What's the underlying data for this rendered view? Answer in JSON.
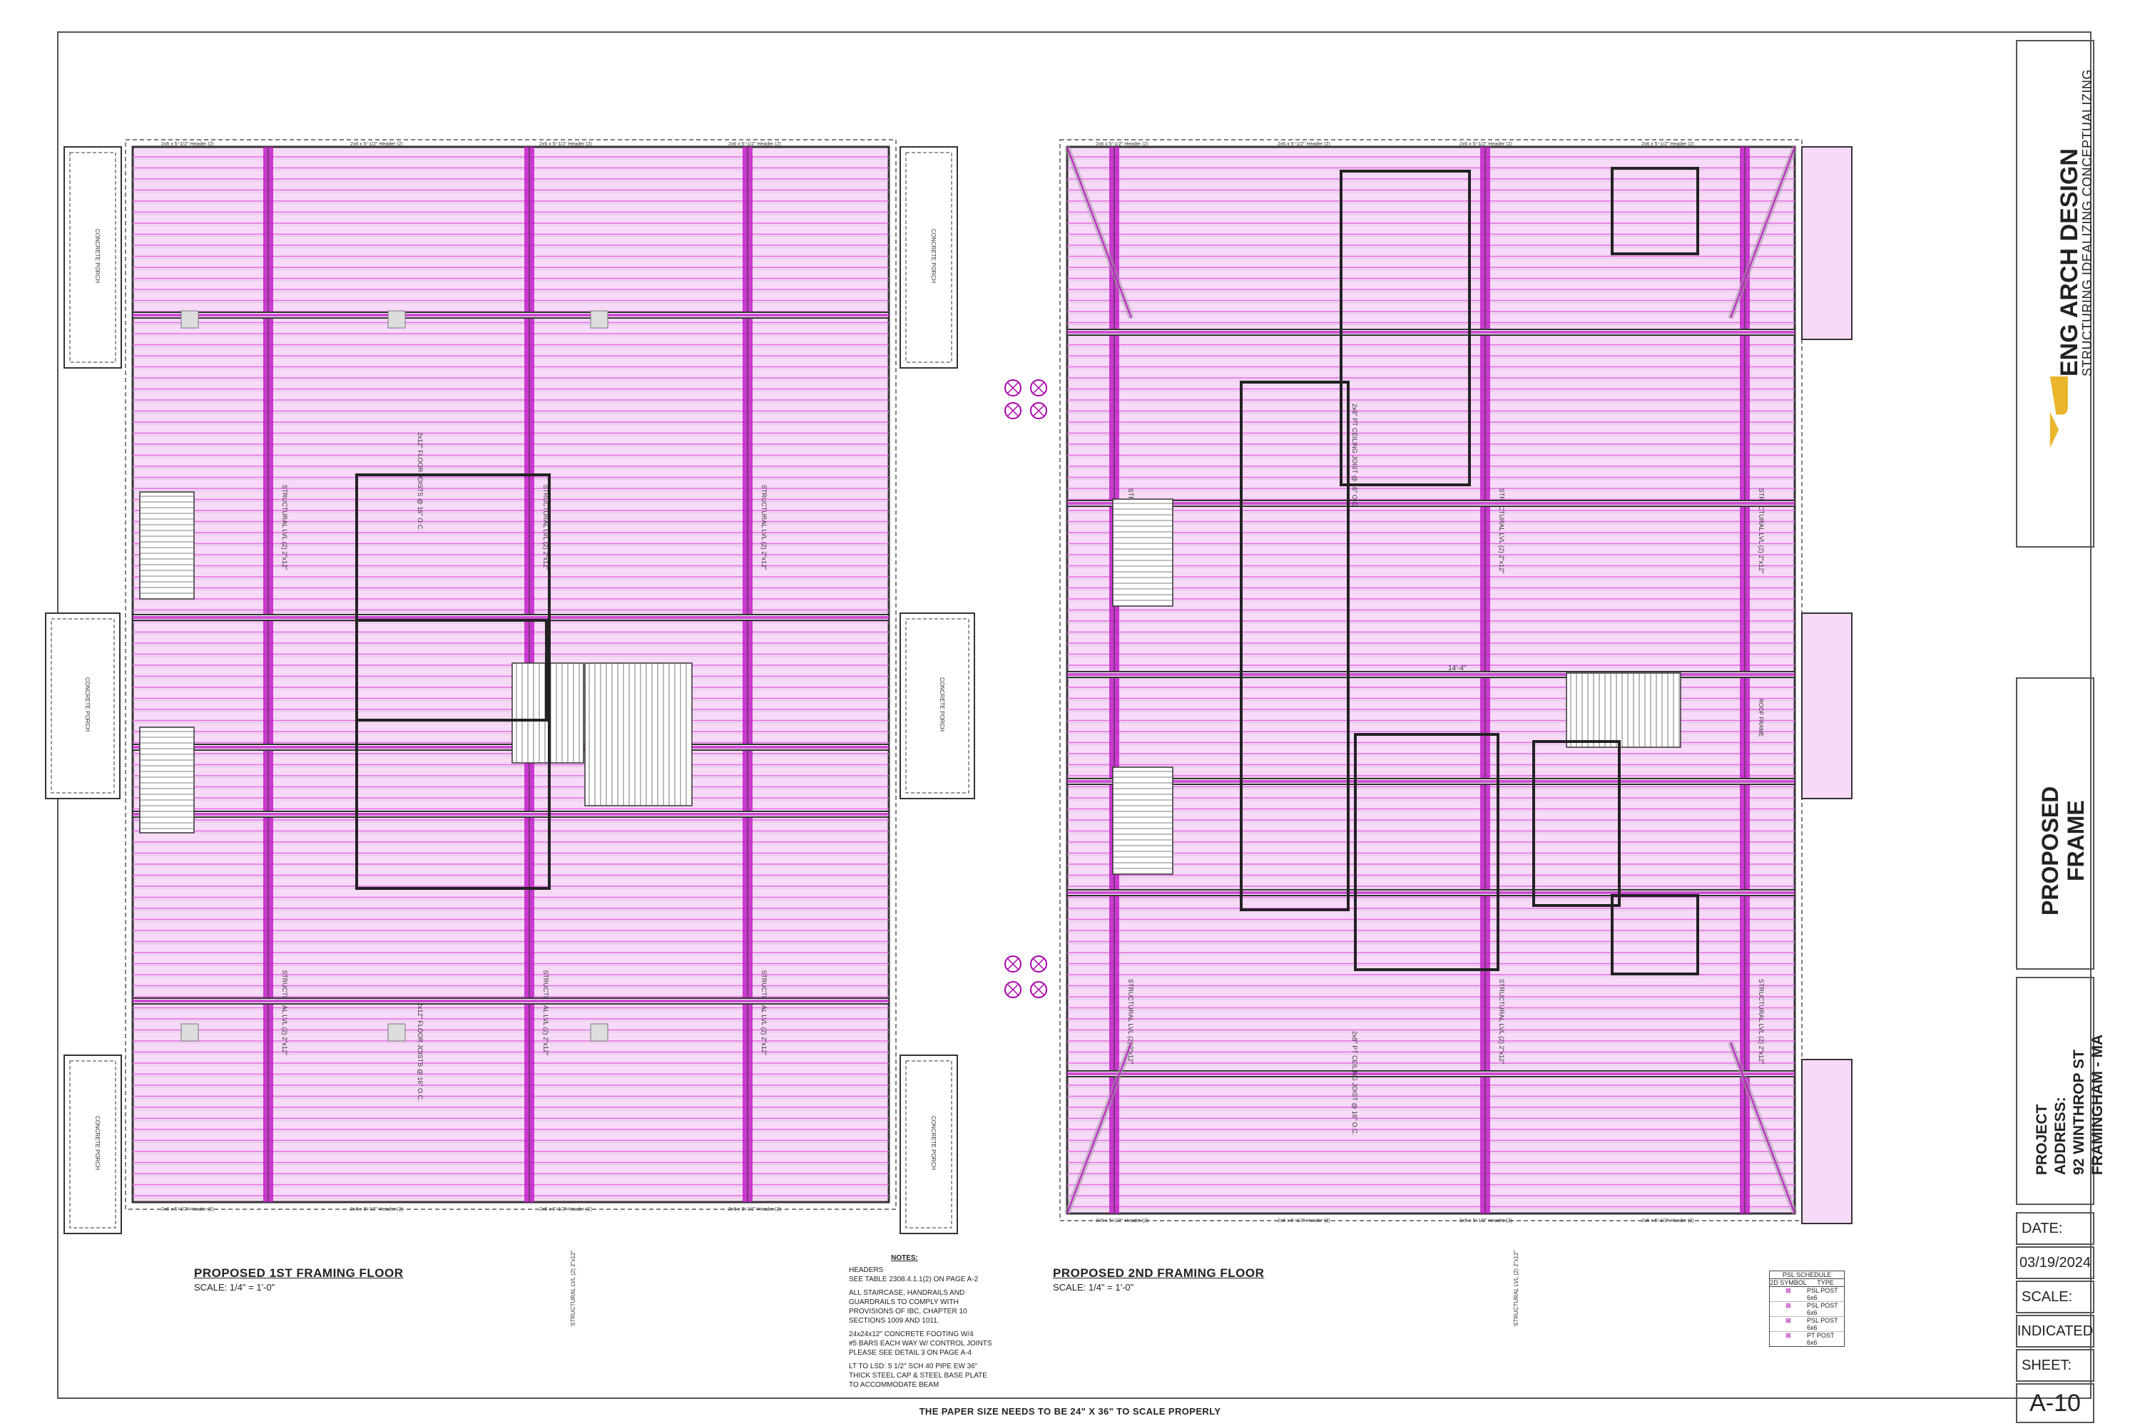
{
  "plans": [
    {
      "title": "PROPOSED 1ST FRAMING FLOOR",
      "scale": "SCALE: 1/4\" = 1'-0\""
    },
    {
      "title": "PROPOSED 2ND FRAMING FLOOR",
      "scale": "SCALE: 1/4\" = 1'-0\""
    }
  ],
  "labels": {
    "concrete_porch": "CONCRETE PORCH",
    "structural_lvl": "STRUCTURAL LVL (2) 2\"x12\"",
    "floor_joists": "2x12\" FLOOR JOISTS @ 16\" O.C.",
    "header": "2x6 x 5'-1/2\" Header (2)",
    "ceiling_joist": "2x8\" PT CEILING JOIST @ 16\" O.C.",
    "roof_frame": "ROOF FRAME",
    "dim": "14'-4\""
  },
  "notes": {
    "heading": "NOTES:",
    "items": [
      "HEADERS\nSEE TABLE 2308.4.1.1(2) ON PAGE A-2",
      "ALL STAIRCASE, HANDRAILS AND\nGUARDRAILS TO COMPLY WITH\nPROVISIONS OF IBC, CHAPTER 10\nSECTIONS 1009 AND 1011.",
      "24x24x12\" CONCRETE FOOTING W/4\n#5 BARS EACH WAY W/ CONTROL JOINTS\nPLEASE SEE DETAIL 3 ON PAGE A-4",
      "LT TO LSD: 5 1/2\" SCH 40 PIPE EW 36\"\nTHICK STEEL CAP & STEEL BASE PLATE\nTO ACCOMMODATE BEAM"
    ]
  },
  "schedule": {
    "heading": "PSL SCHEDULE",
    "cols": [
      "2D SYMBOL",
      "TYPE"
    ],
    "rows": [
      "PSL POST 6x6",
      "PSL POST 6x6",
      "PSL POST 6x6",
      "PT POST 6x6"
    ]
  },
  "paper_note": "THE PAPER SIZE NEEDS TO BE 24\" X 36\" TO SCALE PROPERLY",
  "title_block": {
    "brand_name": "ENG ARCH DESIGN",
    "brand_tag": "STRUCTURING IDEALIZING CONCEPTUALIZING",
    "project_title_1": "PROPOSED",
    "project_title_2": "FRAME",
    "addr_label_1": "PROJECT",
    "addr_label_2": "ADDRESS:",
    "addr_line_1": "92 WINTHROP ST",
    "addr_line_2": "FRAMINGHAM - MA",
    "date_label": "DATE:",
    "date_value": "03/19/2024",
    "scale_label": "SCALE:",
    "scale_value": "INDICATED",
    "sheet_label": "SHEET:",
    "sheet_value": "A-10"
  },
  "colors": {
    "joist": "#e46be6",
    "beam": "#c21fc8",
    "fill": "#f7d9f8",
    "wall": "#333333",
    "brand_yellow": "#e9b52a"
  }
}
